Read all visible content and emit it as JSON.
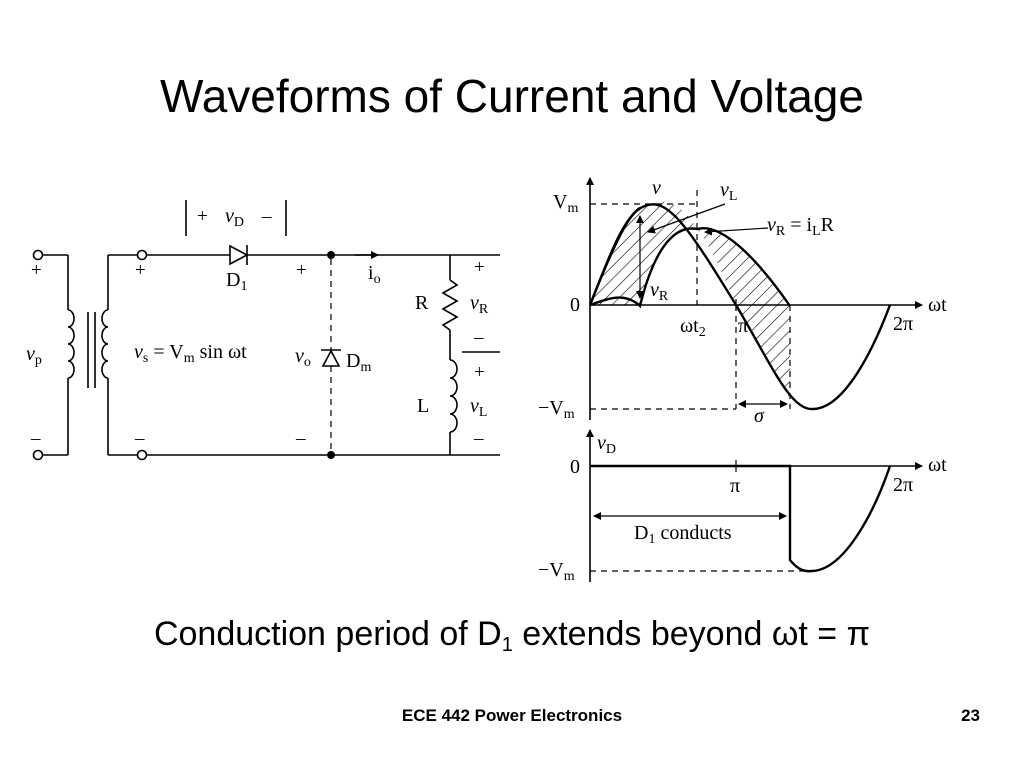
{
  "slide": {
    "title": "Waveforms of Current and Voltage",
    "caption_pre": "Conduction period of D",
    "caption_sub": "1",
    "caption_post": " extends beyond ωt = π",
    "footer_title": "ECE 442 Power Electronics",
    "page_number": "23"
  },
  "circuit": {
    "vp_plus": "+",
    "vp_minus": "–",
    "vp_label": "v",
    "vp_sub": "p",
    "vs_plus": "+",
    "vs_minus": "–",
    "vs_label_pre": "v",
    "vs_sub": "s",
    "vs_label_mid": " = V",
    "vs_sub2": "m",
    "vs_label_post": " sin ωt",
    "vd_plus": "+",
    "vd_label": "v",
    "vd_sub": "D",
    "vd_minus": "–",
    "d1_label": "D",
    "d1_sub": "1",
    "io_label": "i",
    "io_sub": "o",
    "vo_plus": "+",
    "vo_minus": "–",
    "vo_label": "v",
    "vo_sub": "o",
    "dm_label": "D",
    "dm_sub": "m",
    "r_label": "R",
    "vr_plus": "+",
    "vr_label": "v",
    "vr_sub": "R",
    "vr_minus": "–",
    "l_label": "L",
    "vl_plus": "+",
    "vl_label": "v",
    "vl_sub": "L",
    "vl_minus": "–"
  },
  "waveform_top": {
    "vm": "V",
    "vm_sub": "m",
    "neg_vm": "−V",
    "neg_vm_sub": "m",
    "zero": "0",
    "x_axis": "ωt",
    "pi": "π",
    "two_pi": "2π",
    "wt2_pre": "ωt",
    "wt2_sub": "2",
    "sigma": "σ",
    "v_label": "v",
    "vl_label": "v",
    "vl_sub": "L",
    "vr_eq_pre": "v",
    "vr_eq_sub": "R",
    "vr_eq_mid": " = i",
    "vr_eq_sub2": "L",
    "vr_eq_post": "R",
    "vr_label": "v",
    "vr_sub": "R"
  },
  "waveform_bottom": {
    "vd_label": "v",
    "vd_sub": "D",
    "zero": "0",
    "x_axis": "ωt",
    "pi": "π",
    "two_pi": "2π",
    "neg_vm": "−V",
    "neg_vm_sub": "m",
    "d1_conducts_pre": "D",
    "d1_conducts_sub": "1",
    "d1_conducts_post": " conducts"
  }
}
